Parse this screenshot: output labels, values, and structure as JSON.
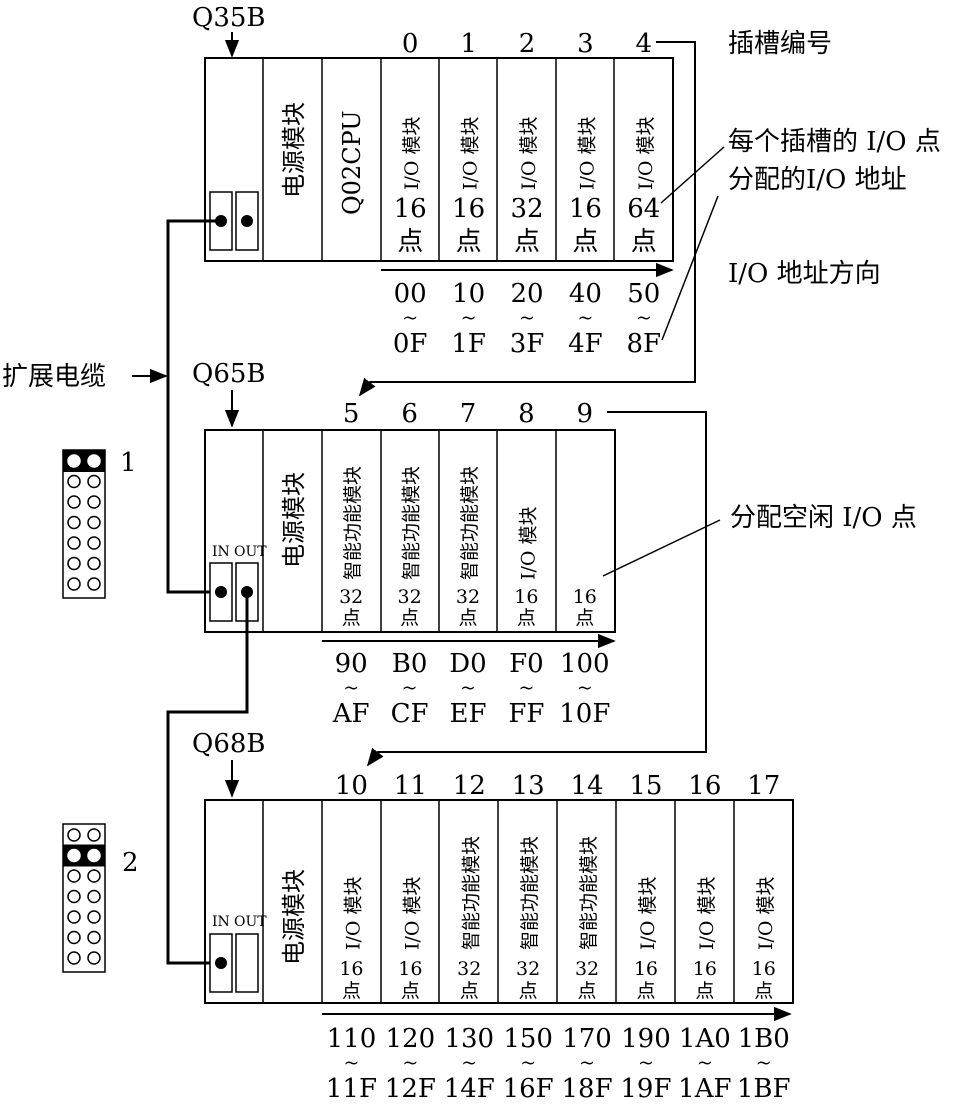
{
  "labels": {
    "q35b": "Q35B",
    "q65b": "Q65B",
    "q68b": "Q68B",
    "slot_number": "插槽编号",
    "points_per_slot": "每个插槽的 I/O 点",
    "assigned_address": "分配的I/O 地址",
    "address_direction": "I/O 地址方向",
    "ext_cable": "扩展电缆",
    "free_points": "分配空闲 I/O 点",
    "in": "IN",
    "out": "OUT",
    "stage1": "1",
    "stage2": "2"
  },
  "rack1": {
    "power": "电源模块",
    "cpu": "Q02CPU",
    "slots": [
      {
        "num": "0",
        "module": "I/O 模块",
        "pts": "16",
        "unit": "点",
        "addr_start": "00",
        "addr_end": "0F"
      },
      {
        "num": "1",
        "module": "I/O 模块",
        "pts": "16",
        "unit": "点",
        "addr_start": "10",
        "addr_end": "1F"
      },
      {
        "num": "2",
        "module": "I/O 模块",
        "pts": "32",
        "unit": "点",
        "addr_start": "20",
        "addr_end": "3F"
      },
      {
        "num": "3",
        "module": "I/O 模块",
        "pts": "16",
        "unit": "点",
        "addr_start": "40",
        "addr_end": "4F"
      },
      {
        "num": "4",
        "module": "I/O 模块",
        "pts": "64",
        "unit": "点",
        "addr_start": "50",
        "addr_end": "8F"
      }
    ]
  },
  "rack2": {
    "power": "电源模块",
    "slots": [
      {
        "num": "5",
        "module": "智能功能模块",
        "pts": "32",
        "unit": "点",
        "addr_start": "90",
        "addr_end": "AF"
      },
      {
        "num": "6",
        "module": "智能功能模块",
        "pts": "32",
        "unit": "点",
        "addr_start": "B0",
        "addr_end": "CF"
      },
      {
        "num": "7",
        "module": "智能功能模块",
        "pts": "32",
        "unit": "点",
        "addr_start": "D0",
        "addr_end": "EF"
      },
      {
        "num": "8",
        "module": "I/O 模块",
        "pts": "16",
        "unit": "点",
        "addr_start": "F0",
        "addr_end": "FF"
      },
      {
        "num": "9",
        "module": "",
        "pts": "16",
        "unit": "点",
        "addr_start": "100",
        "addr_end": "10F"
      }
    ]
  },
  "rack3": {
    "power": "电源模块",
    "slots": [
      {
        "num": "10",
        "module": "I/O 模块",
        "pts": "16",
        "unit": "点",
        "addr_start": "110",
        "addr_end": "11F"
      },
      {
        "num": "11",
        "module": "I/O 模块",
        "pts": "16",
        "unit": "点",
        "addr_start": "120",
        "addr_end": "12F"
      },
      {
        "num": "12",
        "module": "智能功能模块",
        "pts": "32",
        "unit": "点",
        "addr_start": "130",
        "addr_end": "14F"
      },
      {
        "num": "13",
        "module": "智能功能模块",
        "pts": "32",
        "unit": "点",
        "addr_start": "150",
        "addr_end": "16F"
      },
      {
        "num": "14",
        "module": "智能功能模块",
        "pts": "32",
        "unit": "点",
        "addr_start": "170",
        "addr_end": "18F"
      },
      {
        "num": "15",
        "module": "I/O 模块",
        "pts": "16",
        "unit": "点",
        "addr_start": "190",
        "addr_end": "19F"
      },
      {
        "num": "16",
        "module": "I/O 模块",
        "pts": "16",
        "unit": "点",
        "addr_start": "1A0",
        "addr_end": "1AF"
      },
      {
        "num": "17",
        "module": "I/O 模块",
        "pts": "16",
        "unit": "点",
        "addr_start": "1B0",
        "addr_end": "1BF"
      }
    ]
  },
  "tilde": "~"
}
